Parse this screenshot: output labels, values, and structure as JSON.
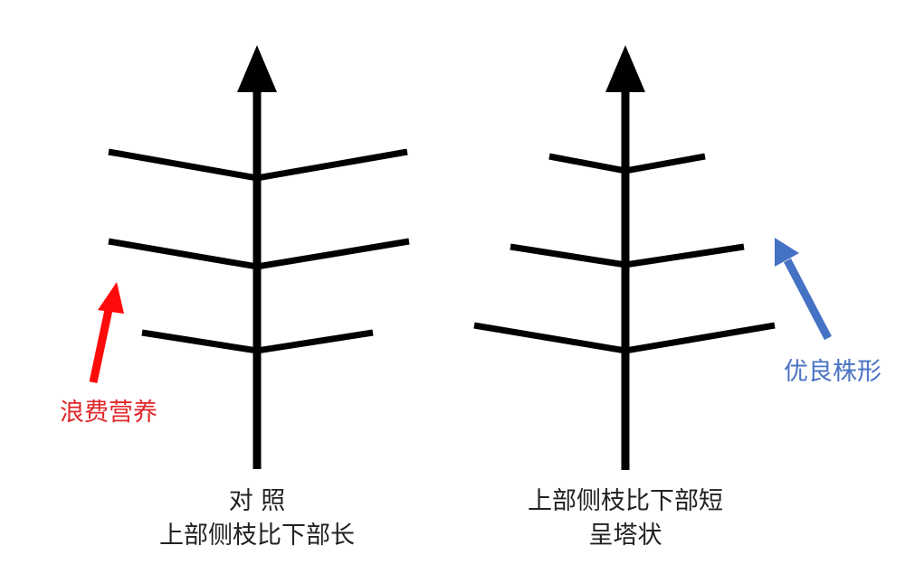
{
  "colors": {
    "stem": "#000000",
    "red_arrow": "#ff0a0a",
    "red_text": "#e0262a",
    "blue_arrow": "#4472c4",
    "blue_text": "#4a72c4",
    "caption_text": "#222222",
    "background": "#ffffff"
  },
  "left_tree": {
    "caption_line1": "对 照",
    "caption_line2": "上部侧枝比下部长",
    "branch_note": "upper branches longer than lower",
    "annotation": {
      "text": "浪费营养",
      "arrow_icon": "red-arrow-up-icon"
    }
  },
  "right_tree": {
    "caption_line1": "上部侧枝比下部短",
    "caption_line2": "呈塔状",
    "branch_note": "upper branches shorter than lower",
    "annotation": {
      "text": "优良株形",
      "arrow_icon": "blue-arrow-up-icon"
    }
  }
}
